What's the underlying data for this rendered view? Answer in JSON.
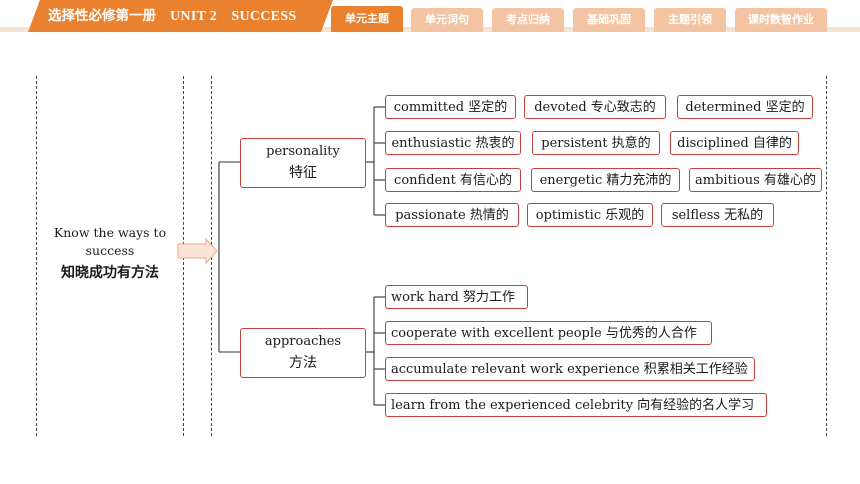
{
  "header": {
    "book_title": "选择性必修第一册",
    "unit_title": "UNIT 2　SUCCESS",
    "tabs": [
      {
        "label": "单元主题",
        "active": true
      },
      {
        "label": "单元词句",
        "active": false
      },
      {
        "label": "考点归纳",
        "active": false
      },
      {
        "label": "基础巩固",
        "active": false
      },
      {
        "label": "主题引领",
        "active": false
      },
      {
        "label": "课时数智作业",
        "active": false
      }
    ],
    "accent_color": "#e9812f"
  },
  "diagram": {
    "root": {
      "en": "Know the ways to success",
      "cn": "知晓成功有方法"
    },
    "personality": {
      "en": "personality",
      "cn": "特征",
      "rows": [
        [
          "committed 坚定的",
          "devoted 专心致志的",
          "determined 坚定的"
        ],
        [
          "enthusiastic 热衷的",
          "persistent 执意的",
          "disciplined 自律的"
        ],
        [
          "confident 有信心的",
          "energetic 精力充沛的",
          "ambitious 有雄心的"
        ],
        [
          "passionate 热情的",
          "optimistic 乐观的",
          "selfless 无私的"
        ]
      ]
    },
    "approaches": {
      "en": "approaches",
      "cn": "方法",
      "items": [
        "work hard 努力工作",
        "cooperate with excellent people 与优秀的人合作",
        "accumulate relevant work experience 积累相关工作经验",
        "learn from the experienced celebrity 向有经验的名人学习"
      ]
    }
  }
}
